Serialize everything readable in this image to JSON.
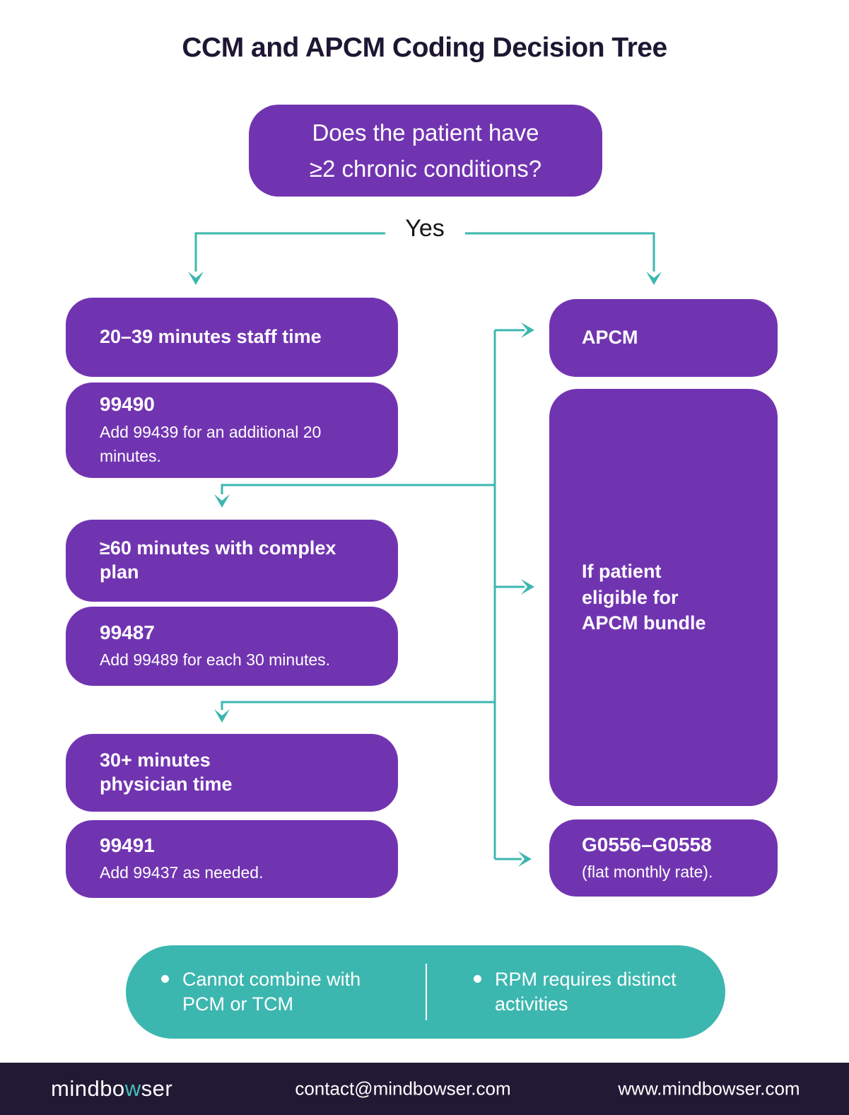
{
  "title": "CCM and APCM Coding Decision Tree",
  "question": {
    "lines": [
      "Does the patient have",
      "≥2 chronic conditions?"
    ]
  },
  "branch_label": "Yes",
  "left_column": [
    {
      "title_lines": [
        "20–39 minutes staff time"
      ]
    },
    {
      "code": "99490",
      "desc": "Add 99439 for an additional 20\nminutes."
    },
    {
      "title_lines": [
        "≥60 minutes with complex",
        "plan"
      ]
    },
    {
      "code": "99487",
      "desc": "Add 99489 for each 30 minutes."
    },
    {
      "title_lines": [
        "30+ minutes",
        "physician time"
      ]
    },
    {
      "code": "99491",
      "desc": "Add 99437 as needed."
    }
  ],
  "right_column": [
    {
      "title_lines": [
        "APCM"
      ]
    },
    {
      "title_lines": [
        "If patient",
        "eligible for",
        "APCM bundle"
      ]
    },
    {
      "code": "G0556–G0558",
      "desc": "(flat monthly rate)."
    }
  ],
  "notes": [
    {
      "text_lines": [
        "Cannot combine with",
        "PCM or TCM"
      ]
    },
    {
      "text_lines": [
        "RPM requires distinct",
        "activities"
      ]
    }
  ],
  "footer": {
    "logo_prefix": "mindbo",
    "logo_accent": "w",
    "logo_suffix": "ser",
    "email": "contact@mindbowser.com",
    "website": "www.mindbowser.com"
  },
  "colors": {
    "purple": "#7134b1",
    "teal": "#3cb7af",
    "footer_bg": "#221a35",
    "title_color": "#1e1733",
    "logo_accent": "#45bfba"
  }
}
